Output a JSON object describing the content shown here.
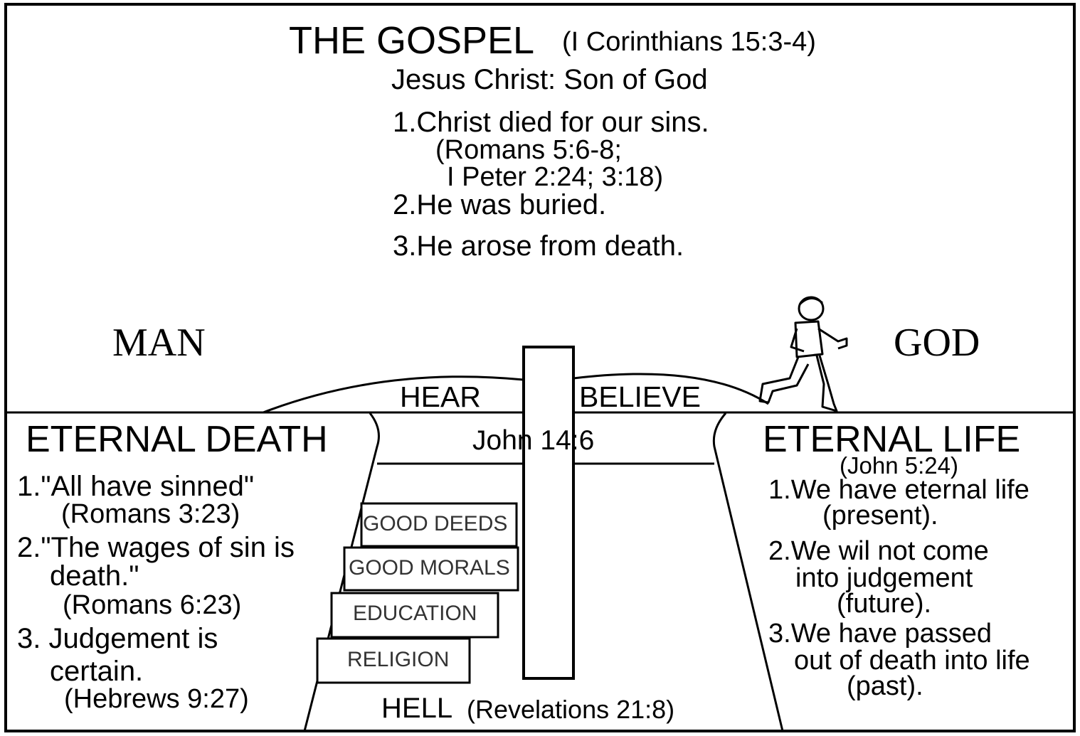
{
  "gospel": {
    "title": "THE GOSPEL",
    "reference": "(I Corinthians 15:3-4)",
    "subtitle": "Jesus Christ: Son of God",
    "points": {
      "p1": "1.Christ died for our sins.",
      "p1_ref_a": "(Romans 5:6-8;",
      "p1_ref_b": "I Peter 2:24; 3:18)",
      "p2": "2.He was buried.",
      "p3": "3.He arose from death."
    }
  },
  "sides": {
    "man": "MAN",
    "god": "GOD"
  },
  "bridge": {
    "hear": "HEAR",
    "believe": "BELIEVE",
    "cross_ref": "John 14:6"
  },
  "eternal_death": {
    "heading": "ETERNAL DEATH",
    "lines": [
      "1.\"All have sinned\"",
      "(Romans 3:23)",
      "2.\"The wages of sin is",
      "death.\"",
      "(Romans 6:23)",
      "3. Judgement is",
      "certain.",
      "(Hebrews 9:27)"
    ]
  },
  "eternal_life": {
    "heading": "ETERNAL LIFE",
    "reference": "(John 5:24)",
    "lines": [
      "1.We have eternal life",
      "(present).",
      "2.We wil not come",
      "into judgement",
      "(future).",
      "3.We have passed",
      "out of death into life",
      "(past)."
    ]
  },
  "steps": [
    "GOOD DEEDS",
    "GOOD MORALS",
    "EDUCATION",
    "RELIGION"
  ],
  "hell": {
    "label": "HELL",
    "reference": "(Revelations 21:8)"
  },
  "icons": {
    "walker": "walking-man-icon",
    "cross": "cross-icon"
  },
  "colors": {
    "ink": "#000000",
    "paper": "#ffffff"
  }
}
